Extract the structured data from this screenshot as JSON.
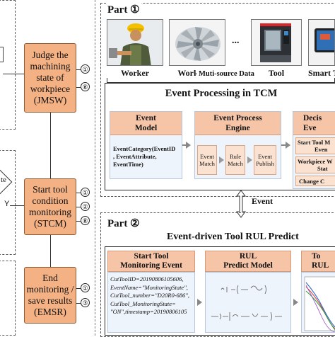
{
  "left": {
    "box1": {
      "lines": [
        "Judge the",
        "machining",
        "state of",
        "workpiece",
        "(JMSW)"
      ],
      "badges": [
        "①",
        "⑧"
      ]
    },
    "box2": {
      "lines": [
        "Start tool",
        "condition",
        "monitoring",
        "(STCM)"
      ],
      "badges": [
        "①",
        "②",
        "⑧"
      ]
    },
    "box3": {
      "lines": [
        "End",
        "monitoring /",
        "save results",
        "(EMSR)"
      ],
      "badges": [
        "①",
        "③"
      ]
    },
    "frag_te": "te",
    "frag_y": "Y"
  },
  "part1": {
    "label": "Part ①",
    "sources": [
      "Worker",
      "Workpiece",
      "...",
      "Tool",
      "Smart Te"
    ],
    "muti_label": "Muti-source Data",
    "title": "Event Processing in TCM",
    "event_model": {
      "head": [
        "Event",
        "Model"
      ],
      "body": [
        "EventCategory(EventID",
        ", EventAttribute,",
        "EventTime)"
      ]
    },
    "process_engine": {
      "head": [
        "Event Process",
        "Engine"
      ],
      "steps": [
        [
          "Event",
          "Match"
        ],
        [
          "Rule",
          "Match"
        ],
        [
          "Event",
          "Publish"
        ]
      ]
    },
    "decision": {
      "head": [
        "Decis",
        "Eve"
      ],
      "items": [
        [
          "Start Tool M",
          "Even"
        ],
        [
          "Workpiece W",
          "Stat"
        ],
        [
          "Change C"
        ]
      ]
    }
  },
  "mid": {
    "event_label": "Event"
  },
  "part2": {
    "label": "Part ②",
    "title": "Event-driven Tool RUL Predict",
    "start_col": {
      "head": [
        "Start Tool",
        "Monitoring Event"
      ],
      "lines": [
        "CutToolID=20190806105606,",
        "EventName=\"MonitoringState\",",
        "CutTool_number=\"D20R0-686\",",
        "CutTool_MonitoringState=",
        "\"ON\",timestamp=20190806105"
      ]
    },
    "rul_col": {
      "head": [
        "RUL",
        "Predict Model"
      ]
    },
    "right_col": {
      "head": [
        "To",
        "RUL"
      ]
    }
  }
}
